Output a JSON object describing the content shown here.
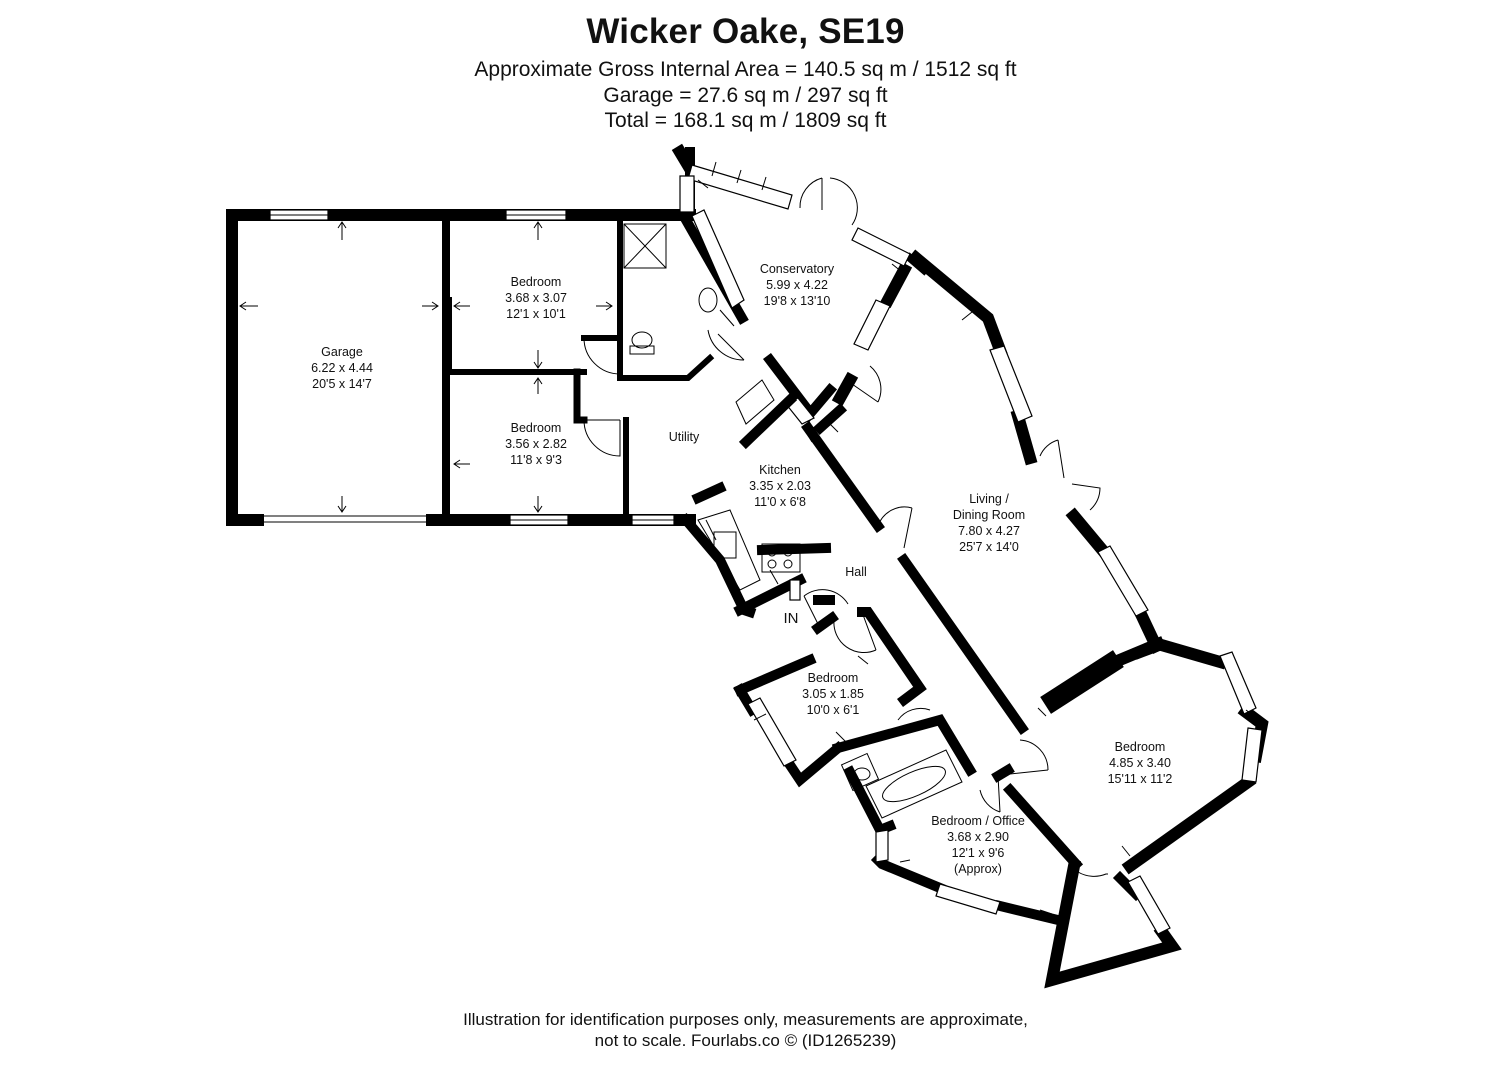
{
  "header": {
    "title": "Wicker Oake, SE19",
    "gross_internal_area": "Approximate Gross Internal Area = 140.5 sq m / 1512 sq ft",
    "garage_area": "Garage = 27.6 sq m / 297 sq ft",
    "total_area": "Total = 168.1 sq m / 1809 sq ft"
  },
  "rooms": {
    "garage": {
      "name": "Garage",
      "metric": "6.22 x 4.44",
      "imperial": "20'5 x 14'7"
    },
    "bedroom_1": {
      "name": "Bedroom",
      "metric": "3.68 x 3.07",
      "imperial": "12'1 x 10'1"
    },
    "bedroom_2": {
      "name": "Bedroom",
      "metric": "3.56 x 2.82",
      "imperial": "11'8 x 9'3"
    },
    "utility": {
      "name": "Utility"
    },
    "conservatory": {
      "name": "Conservatory",
      "metric": "5.99 x 4.22",
      "imperial": "19'8 x 13'10"
    },
    "kitchen": {
      "name": "Kitchen",
      "metric": "3.35 x 2.03",
      "imperial": "11'0 x 6'8"
    },
    "living": {
      "name_line1": "Living /",
      "name_line2": "Dining Room",
      "metric": "7.80 x 4.27",
      "imperial": "25'7 x 14'0"
    },
    "hall": {
      "name": "Hall"
    },
    "bedroom_3": {
      "name": "Bedroom",
      "metric": "3.05 x 1.85",
      "imperial": "10'0 x 6'1"
    },
    "bedroom_4": {
      "name": "Bedroom",
      "metric": "4.85 x 3.40",
      "imperial": "15'11 x 11'2"
    },
    "office": {
      "name": "Bedroom / Office",
      "metric": "3.68 x 2.90",
      "imperial": "12'1 x 9'6",
      "note": "(Approx)"
    }
  },
  "entrance_label": "IN",
  "footer": {
    "line1": "Illustration for identification purposes only, measurements are approximate,",
    "line2": "not to scale. Fourlabs.co © (ID1265239)"
  }
}
